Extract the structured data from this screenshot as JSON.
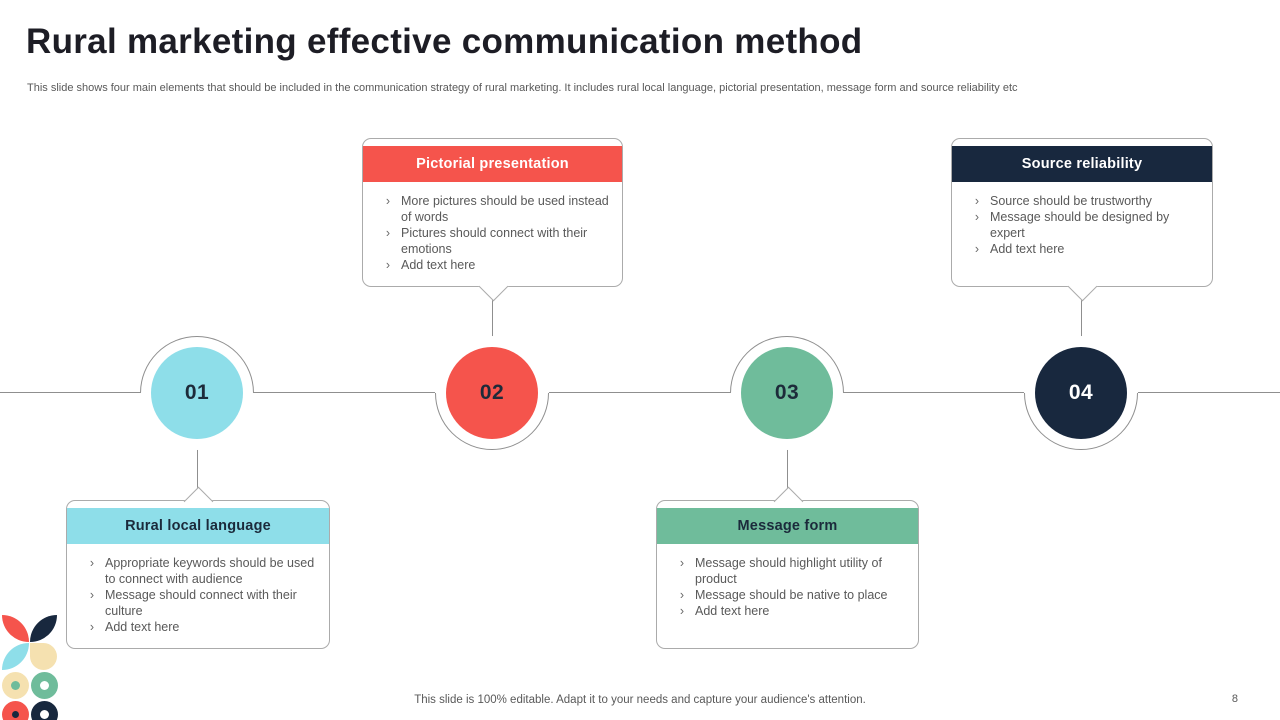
{
  "slide": {
    "title": "Rural marketing effective communication method",
    "subtitle": "This slide shows four main elements that should be included in the communication strategy of rural marketing. It includes rural local language, pictorial presentation, message form and source reliability etc",
    "footer": "This slide is 100% editable. Adapt it to your needs and capture your audience's attention.",
    "page_number": "8"
  },
  "bullet_marker": "›",
  "colors": {
    "red": "#F5544C",
    "cyan": "#8EDEE9",
    "green": "#6FBC9B",
    "navy": "#18283E",
    "cream": "#F5E1B0",
    "line_gray": "#8f8f8f",
    "body_text": "#595959"
  },
  "steps": [
    {
      "number": "01",
      "title": "Rural local language",
      "accent": "#8EDEE9",
      "bullets": [
        "Appropriate keywords should be used to connect with audience",
        "Message should connect with their culture",
        "Add text here"
      ]
    },
    {
      "number": "02",
      "title": "Pictorial presentation",
      "accent": "#F5544C",
      "bullets": [
        "More pictures should be used instead of words",
        "Pictures should connect with their emotions",
        "Add text here"
      ]
    },
    {
      "number": "03",
      "title": "Message form",
      "accent": "#6FBC9B",
      "bullets": [
        "Message should highlight utility of product",
        "Message should be native to place",
        "Add text here"
      ]
    },
    {
      "number": "04",
      "title": "Source reliability",
      "accent": "#18283E",
      "bullets": [
        "Source should be trustworthy",
        "Message should be designed by expert",
        "Add text here"
      ]
    }
  ],
  "logo": {
    "shapes": [
      "red-petal",
      "navy-petal",
      "cyan-petal",
      "cream-petal",
      "cream-donut",
      "green-donut",
      "red-donut",
      "navy-donut"
    ]
  }
}
